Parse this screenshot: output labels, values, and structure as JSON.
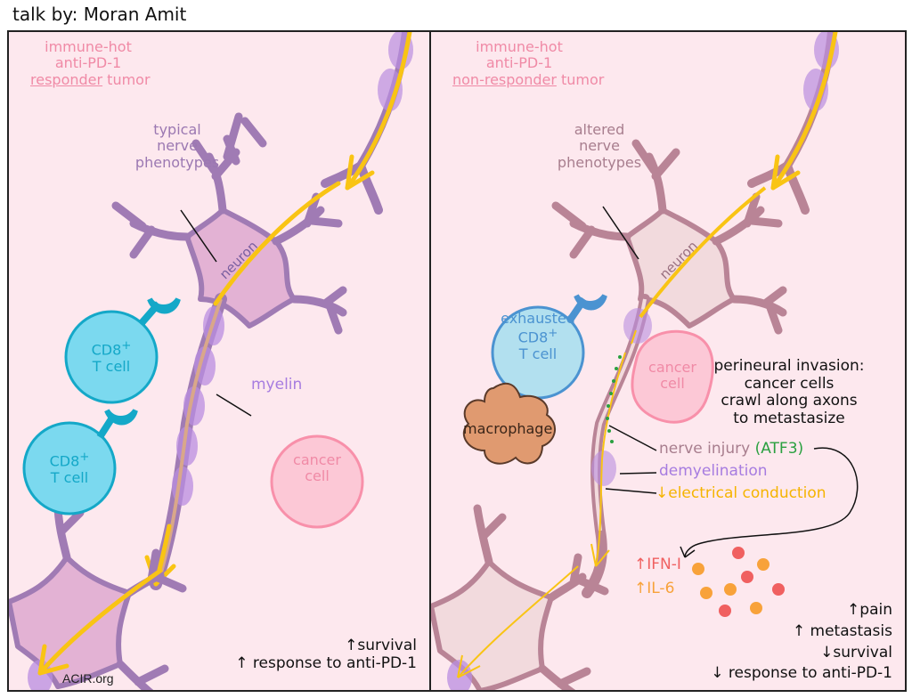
{
  "credit": "talk by: Moran Amit",
  "colors": {
    "panel_bg": "#fde8ee",
    "healthy_neuron_fill": "#e3b2d4",
    "healthy_neuron_stroke": "#a07bb4",
    "altered_neuron_fill": "#f2dadd",
    "altered_neuron_stroke": "#b98496",
    "signal": "#f9c414",
    "myelin": "#b98ee0",
    "t_cell": "#7bd9ef",
    "exhausted_t_cell": "#b2e0ef",
    "cancer_cell": "#fcc8d6",
    "macrophage": "#e09a70",
    "ifn": "#f06060",
    "il6": "#f8a23a"
  },
  "left_panel": {
    "title_line1": "immune-hot",
    "title_line2": "anti-PD-1",
    "title_underlined": "responder",
    "title_suffix": " tumor",
    "phenotype_line1": "typical",
    "phenotype_line2": "nerve",
    "phenotype_line3": "phenotypes",
    "neuron_label": "neuron",
    "myelin_label": "myelin",
    "t_cell_1_line1": "CD8",
    "t_cell_1_sup": "+",
    "t_cell_1_line2": "T cell",
    "t_cell_2_line1": "CD8",
    "t_cell_2_sup": "+",
    "t_cell_2_line2": "T cell",
    "cancer_line1": "cancer",
    "cancer_line2": "cell",
    "outcome_1": "↑survival",
    "outcome_2": "↑ response to anti-PD-1",
    "source": "ACIR.org"
  },
  "right_panel": {
    "title_line1": "immune-hot",
    "title_line2": "anti-PD-1",
    "title_underlined": "non-responder",
    "title_suffix": " tumor",
    "phenotype_line1": "altered",
    "phenotype_line2": "nerve",
    "phenotype_line3": "phenotypes",
    "neuron_label": "neuron",
    "t_cell_line1": "exhausted",
    "t_cell_line2": "CD8",
    "t_cell_sup": "+",
    "t_cell_line3": "T cell",
    "macrophage_label": "macrophage",
    "cancer_line1": "cancer",
    "cancer_line2": "cell",
    "invasion_line1": "perineural invasion:",
    "invasion_line2": "cancer cells",
    "invasion_line3": "crawl along axons",
    "invasion_line4": "to metastasize",
    "nerve_injury": "nerve injury ",
    "atf3": "(ATF3)",
    "demyelination": "demyelination",
    "conduction": "↓electrical conduction",
    "ifn": "↑IFN-I",
    "il6": "↑IL-6",
    "outcome_1": "↑pain",
    "outcome_2": "↑ metastasis",
    "outcome_3": "↓survival",
    "outcome_4": "↓ response to anti-PD-1"
  }
}
